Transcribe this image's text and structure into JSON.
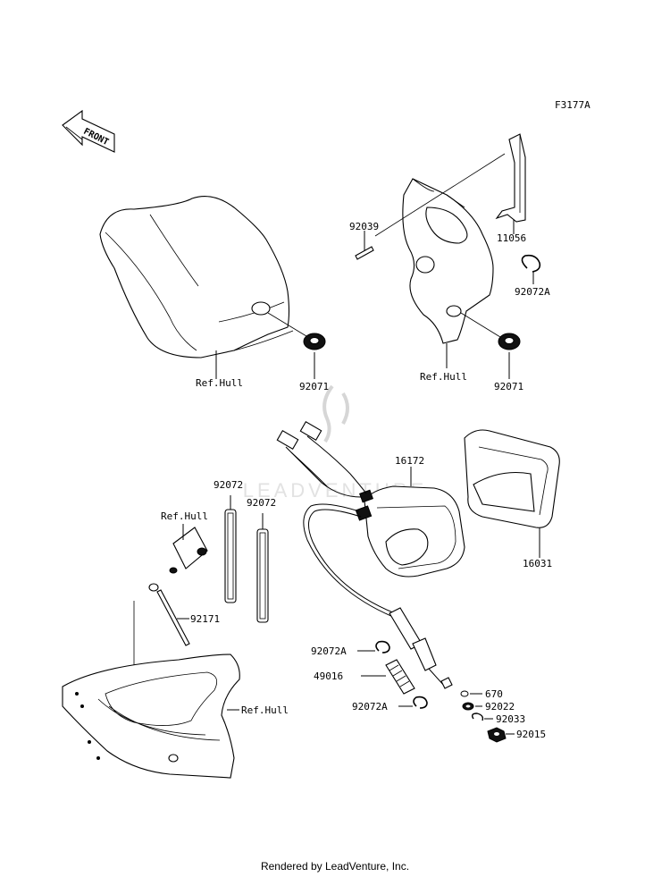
{
  "diagram_id": "F3177A",
  "front_label": "FRONT",
  "watermark": "LEADVENTURE",
  "footer": "Rendered by LeadVenture, Inc.",
  "callouts": {
    "ref_hull_1": "Ref.Hull",
    "p92071_1": "92071",
    "p92039": "92039",
    "p11056": "11056",
    "p92072A_1": "92072A",
    "ref_hull_2": "Ref.Hull",
    "p92071_2": "92071",
    "p16172": "16172",
    "p16031": "16031",
    "p92072_1": "92072",
    "p92072_2": "92072",
    "ref_hull_3": "Ref.Hull",
    "p92171": "92171",
    "ref_hull_4": "Ref.Hull",
    "p92072A_2": "92072A",
    "p49016": "49016",
    "p92072A_3": "92072A",
    "p670": "670",
    "p92022": "92022",
    "p92033": "92033",
    "p92015": "92015"
  }
}
